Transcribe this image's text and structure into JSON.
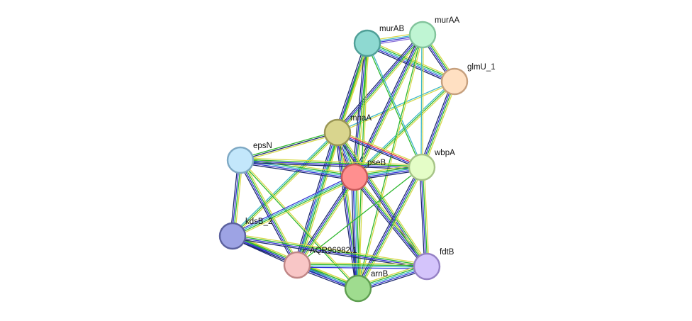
{
  "network": {
    "line_colors": {
      "yellow": "#d7d94a",
      "green": "#2eb82e",
      "blue": "#3535d6",
      "darkblue": "#1e2a6e",
      "cyan": "#3fb8c8",
      "purple": "#8a6fd8",
      "red": "#e8324a"
    },
    "nodes": [
      {
        "id": "murAB",
        "label": "murAB",
        "fill": "#8ed9d1",
        "stroke": "#4f9f97"
      },
      {
        "id": "murAA",
        "label": "murAA",
        "fill": "#bff5d3",
        "stroke": "#82c49c"
      },
      {
        "id": "glmU_1",
        "label": "glmU_1",
        "fill": "#ffe0c2",
        "stroke": "#c6a07e"
      },
      {
        "id": "mnaA",
        "label": "mnaA",
        "fill": "#d9d58e",
        "stroke": "#9a9655"
      },
      {
        "id": "epsN",
        "label": "epsN",
        "fill": "#c3e7fb",
        "stroke": "#7fa9c4"
      },
      {
        "id": "pseB",
        "label": "pseB",
        "fill": "#ff8f8f",
        "stroke": "#c85a5a"
      },
      {
        "id": "wbpA",
        "label": "wbpA",
        "fill": "#e4fdc7",
        "stroke": "#a6c487"
      },
      {
        "id": "kdsB_2",
        "label": "kdsB_2",
        "fill": "#9da3e4",
        "stroke": "#5b619e"
      },
      {
        "id": "AQR96982_1",
        "label": "AQR96982.1",
        "fill": "#f8c6c6",
        "stroke": "#c08686"
      },
      {
        "id": "arnB",
        "label": "arnB",
        "fill": "#9fdc8f",
        "stroke": "#5e9e50"
      },
      {
        "id": "fdtB",
        "label": "fdtB",
        "fill": "#d4c4fb",
        "stroke": "#9581c4"
      }
    ],
    "edges": [
      {
        "source": "murAB",
        "target": "murAA",
        "channels": [
          "yellow",
          "cyan",
          "blue",
          "purple"
        ]
      },
      {
        "source": "murAB",
        "target": "glmU_1",
        "channels": [
          "yellow",
          "green",
          "cyan",
          "blue",
          "darkblue"
        ]
      },
      {
        "source": "murAA",
        "target": "glmU_1",
        "channels": [
          "yellow",
          "green",
          "blue",
          "darkblue"
        ]
      },
      {
        "source": "murAB",
        "target": "mnaA",
        "channels": [
          "yellow",
          "green",
          "blue",
          "darkblue"
        ]
      },
      {
        "source": "murAA",
        "target": "mnaA",
        "channels": [
          "yellow",
          "green",
          "blue",
          "darkblue"
        ]
      },
      {
        "source": "glmU_1",
        "target": "mnaA",
        "channels": [
          "yellow",
          "cyan"
        ]
      },
      {
        "source": "murAB",
        "target": "pseB",
        "channels": [
          "yellow",
          "green",
          "blue",
          "darkblue"
        ]
      },
      {
        "source": "murAA",
        "target": "pseB",
        "channels": [
          "yellow",
          "green",
          "blue",
          "darkblue"
        ]
      },
      {
        "source": "glmU_1",
        "target": "pseB",
        "channels": [
          "yellow",
          "green",
          "cyan"
        ]
      },
      {
        "source": "murAB",
        "target": "wbpA",
        "channels": [
          "cyan",
          "green"
        ]
      },
      {
        "source": "murAA",
        "target": "wbpA",
        "channels": [
          "yellow",
          "cyan"
        ]
      },
      {
        "source": "glmU_1",
        "target": "wbpA",
        "channels": [
          "yellow",
          "green",
          "blue",
          "darkblue"
        ]
      },
      {
        "source": "murAB",
        "target": "arnB",
        "channels": [
          "yellow",
          "green"
        ]
      },
      {
        "source": "murAA",
        "target": "arnB",
        "channels": [
          "yellow",
          "green"
        ]
      },
      {
        "source": "murAB",
        "target": "AQR96982_1",
        "channels": [
          "yellow",
          "green"
        ]
      },
      {
        "source": "mnaA",
        "target": "epsN",
        "channels": [
          "yellow",
          "darkblue",
          "green"
        ]
      },
      {
        "source": "mnaA",
        "target": "pseB",
        "channels": [
          "yellow",
          "green",
          "cyan",
          "blue",
          "darkblue",
          "red"
        ]
      },
      {
        "source": "mnaA",
        "target": "wbpA",
        "channels": [
          "yellow",
          "red",
          "blue",
          "darkblue"
        ]
      },
      {
        "source": "mnaA",
        "target": "kdsB_2",
        "channels": [
          "yellow",
          "green",
          "cyan"
        ]
      },
      {
        "source": "mnaA",
        "target": "AQR96982_1",
        "channels": [
          "yellow",
          "green",
          "cyan",
          "blue",
          "darkblue"
        ]
      },
      {
        "source": "mnaA",
        "target": "arnB",
        "channels": [
          "yellow",
          "green",
          "blue",
          "darkblue"
        ]
      },
      {
        "source": "mnaA",
        "target": "fdtB",
        "channels": [
          "yellow",
          "green",
          "blue",
          "darkblue"
        ]
      },
      {
        "source": "epsN",
        "target": "pseB",
        "channels": [
          "yellow",
          "green",
          "cyan",
          "blue",
          "darkblue"
        ]
      },
      {
        "source": "epsN",
        "target": "wbpA",
        "channels": [
          "yellow",
          "green",
          "blue",
          "darkblue"
        ]
      },
      {
        "source": "epsN",
        "target": "kdsB_2",
        "channels": [
          "yellow",
          "green",
          "blue",
          "darkblue"
        ]
      },
      {
        "source": "epsN",
        "target": "AQR96982_1",
        "channels": [
          "yellow",
          "green",
          "blue",
          "darkblue"
        ]
      },
      {
        "source": "epsN",
        "target": "arnB",
        "channels": [
          "yellow",
          "green"
        ]
      },
      {
        "source": "pseB",
        "target": "wbpA",
        "channels": [
          "yellow",
          "green",
          "cyan",
          "blue",
          "darkblue"
        ]
      },
      {
        "source": "pseB",
        "target": "kdsB_2",
        "channels": [
          "yellow",
          "green",
          "cyan",
          "blue"
        ]
      },
      {
        "source": "pseB",
        "target": "AQR96982_1",
        "channels": [
          "yellow",
          "green",
          "blue",
          "darkblue"
        ]
      },
      {
        "source": "pseB",
        "target": "arnB",
        "channels": [
          "yellow",
          "green",
          "cyan",
          "blue",
          "darkblue"
        ]
      },
      {
        "source": "pseB",
        "target": "fdtB",
        "channels": [
          "yellow",
          "green",
          "blue",
          "darkblue"
        ]
      },
      {
        "source": "wbpA",
        "target": "AQR96982_1",
        "channels": [
          "green"
        ]
      },
      {
        "source": "wbpA",
        "target": "arnB",
        "channels": [
          "yellow",
          "green",
          "blue",
          "darkblue"
        ]
      },
      {
        "source": "wbpA",
        "target": "fdtB",
        "channels": [
          "yellow",
          "green",
          "blue",
          "darkblue"
        ]
      },
      {
        "source": "kdsB_2",
        "target": "AQR96982_1",
        "channels": [
          "yellow",
          "green",
          "blue",
          "darkblue"
        ]
      },
      {
        "source": "kdsB_2",
        "target": "arnB",
        "channels": [
          "yellow",
          "green",
          "blue",
          "darkblue"
        ]
      },
      {
        "source": "kdsB_2",
        "target": "fdtB",
        "channels": [
          "yellow",
          "green",
          "blue",
          "darkblue"
        ]
      },
      {
        "source": "AQR96982_1",
        "target": "arnB",
        "channels": [
          "yellow",
          "green",
          "cyan",
          "blue",
          "darkblue"
        ]
      },
      {
        "source": "AQR96982_1",
        "target": "fdtB",
        "channels": [
          "yellow",
          "green",
          "cyan",
          "blue"
        ]
      },
      {
        "source": "arnB",
        "target": "fdtB",
        "channels": [
          "yellow",
          "green",
          "cyan",
          "blue",
          "darkblue"
        ]
      }
    ]
  }
}
